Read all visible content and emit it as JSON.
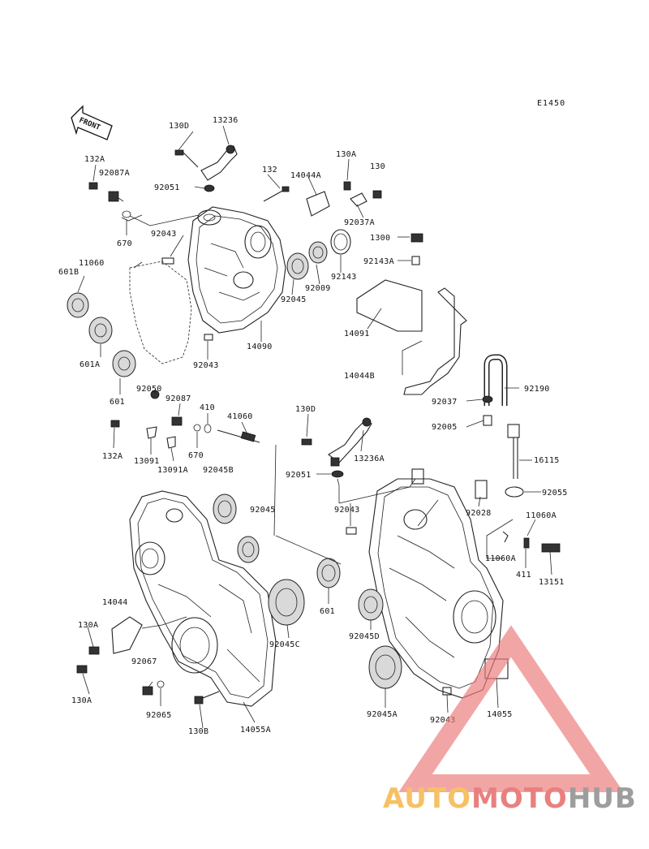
{
  "diagram_code": "E1450",
  "front_label": "FRONT",
  "part_labels": {
    "p130D_top": "130D",
    "p13236": "13236",
    "p132A_top": "132A",
    "p92087A": "92087A",
    "p92051_top": "92051",
    "p132": "132",
    "p14044A": "14044A",
    "p130A_top": "130A",
    "p130": "130",
    "p92037A": "92037A",
    "p670_top": "670",
    "p92043_top": "92043",
    "p1300": "1300",
    "p92143A": "92143A",
    "p11060": "11060",
    "p601B": "601B",
    "p92009": "92009",
    "p92143": "92143",
    "p92045_top": "92045",
    "p14091": "14091",
    "p601A": "601A",
    "p92043_mid": "92043",
    "p14090": "14090",
    "p14044B": "14044B",
    "p92190": "92190",
    "p601_left": "601",
    "p92050": "92050",
    "p92087": "92087",
    "p410": "410",
    "p41060": "41060",
    "p130D_mid": "130D",
    "p92037": "92037",
    "p92005": "92005",
    "p132A_mid": "132A",
    "p13091": "13091",
    "p13091A": "13091A",
    "p670_mid": "670",
    "p92045B": "92045B",
    "p13236A": "13236A",
    "p16115": "16115",
    "p92051_mid": "92051",
    "p92055": "92055",
    "p92045_mid": "92045",
    "p92028": "92028",
    "p92043_right": "92043",
    "p11060A_r1": "11060A",
    "p11060A_r2": "11060A",
    "p411": "411",
    "p13151": "13151",
    "p14044": "14044",
    "p601_mid": "601",
    "p130A_bl": "130A",
    "p92045C": "92045C",
    "p92045D": "92045D",
    "p92067": "92067",
    "p130A_bl2": "130A",
    "p92065": "92065",
    "p130B": "130B",
    "p14055A": "14055A",
    "p92045A": "92045A",
    "p92043_bot": "92043",
    "p14055": "14055"
  },
  "watermark": {
    "part1": "AUTO",
    "part2": "MOTO",
    "part3": "HUB",
    "color_orange": "#f5b74a",
    "color_red": "#e66a6a",
    "color_gray": "#8c8c8c",
    "triangle_color": "#ec7b7b"
  }
}
